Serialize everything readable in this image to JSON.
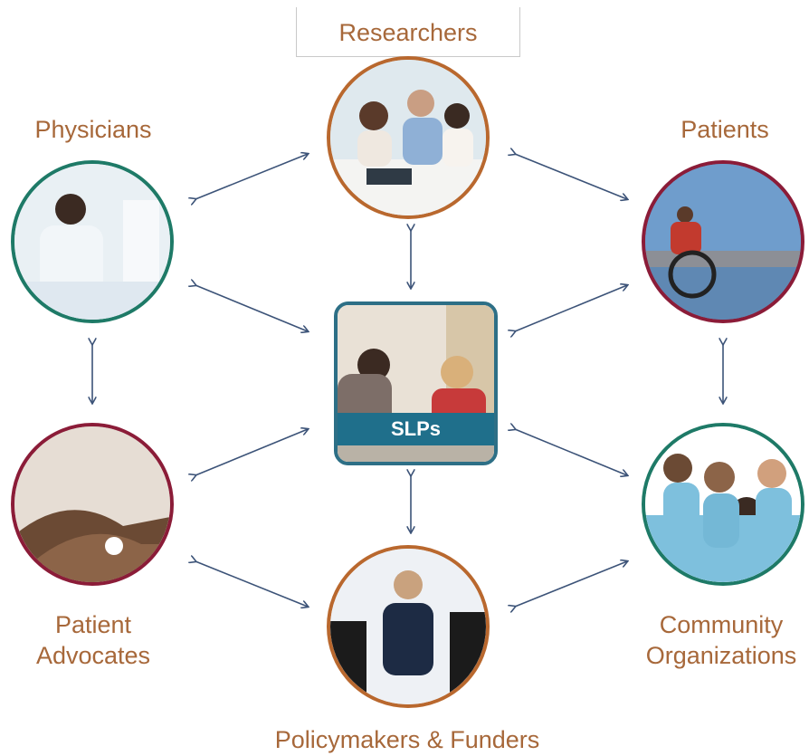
{
  "nodes": {
    "researchers": {
      "label": "Researchers",
      "ring": "#b9682e"
    },
    "physicians": {
      "label": "Physicians",
      "ring": "#1e7a67"
    },
    "patients": {
      "label": "Patients",
      "ring": "#8b1c38"
    },
    "patient_advocates": {
      "label_line1": "Patient",
      "label_line2": "Advocates",
      "ring": "#8b1c38"
    },
    "community_organizations": {
      "label_line1": "Community",
      "label_line2": "Organizations",
      "ring": "#1e7a67"
    },
    "policymakers_funders": {
      "label": "Policymakers & Funders",
      "ring": "#b9682e"
    },
    "slps": {
      "label": "SLPs",
      "border": "#2d6f86"
    }
  },
  "colors": {
    "label_text": "#a7683a",
    "arrow": "#3c5378"
  }
}
